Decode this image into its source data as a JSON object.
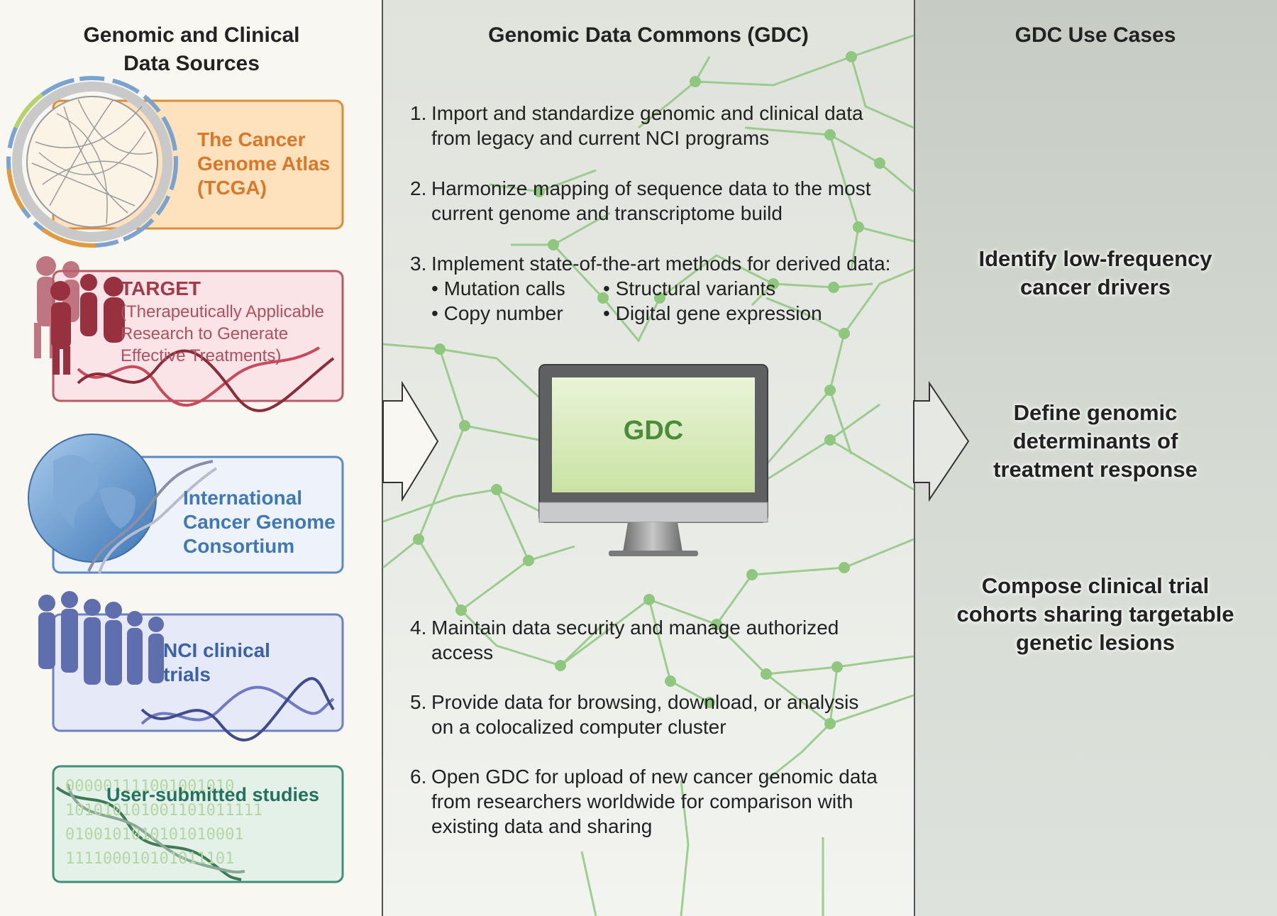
{
  "headers": {
    "sources_line1": "Genomic and Clinical",
    "sources_line2": "Data Sources",
    "gdc": "Genomic Data Commons (GDC)",
    "use_cases": "GDC Use Cases"
  },
  "sources": {
    "tcga": {
      "line1": "The Cancer",
      "line2": "Genome Atlas",
      "line3": "(TCGA)",
      "color": "#d9772b"
    },
    "target": {
      "title": "TARGET",
      "sub1": "(Therapeutically Applicable",
      "sub2": "Research to Generate",
      "sub3": "Effective Treatments)",
      "color": "#a33a4a"
    },
    "icgc": {
      "line1": "International",
      "line2": "Cancer Genome",
      "line3": "Consortium",
      "color": "#3f78b3"
    },
    "nci": {
      "line1": "NCI clinical",
      "line2": "trials",
      "color": "#3b62a6"
    },
    "user": {
      "label": "User-submitted studies",
      "color": "#23715f",
      "binary1": "000001111001001010",
      "binary2": "101010101001101011111",
      "binary3": "0100101010101010001",
      "binary4": "111100010101011101"
    }
  },
  "steps": {
    "s1": {
      "num": "1.",
      "line1": "Import and standardize genomic and clinical data",
      "line2": "from legacy and current NCI programs"
    },
    "s2": {
      "num": "2.",
      "line1": "Harmonize mapping of sequence data to the most",
      "line2": "current genome and transcriptome build"
    },
    "s3": {
      "num": "3.",
      "line1": "Implement state-of-the-art methods for derived data:",
      "b1": "Mutation calls",
      "b2": "Structural variants",
      "b3": "Copy number",
      "b4": "Digital gene expression"
    },
    "s4": {
      "num": "4.",
      "line1": "Maintain data security and manage authorized",
      "line2": "access"
    },
    "s5": {
      "num": "5.",
      "line1": "Provide data for browsing, download, or analysis",
      "line2": "on a colocalized computer cluster"
    },
    "s6": {
      "num": "6.",
      "line1": "Open GDC for upload of new cancer genomic data",
      "line2": "from researchers worldwide for comparison with",
      "line3": "existing data and sharing"
    }
  },
  "bullet_symbol": "•",
  "monitor_label": "GDC",
  "use_cases": {
    "u1": {
      "line1": "Identify low-frequency",
      "line2": "cancer drivers"
    },
    "u2": {
      "line1": "Define genomic",
      "line2": "determinants of",
      "line3": "treatment response"
    },
    "u3": {
      "line1": "Compose clinical trial",
      "line2": "cohorts sharing targetable",
      "line3": "genetic lesions"
    }
  },
  "colors": {
    "network_green": "#8fc77f",
    "monitor_screen": "#d4e8b4",
    "gdc_text": "#4a8c3a"
  }
}
